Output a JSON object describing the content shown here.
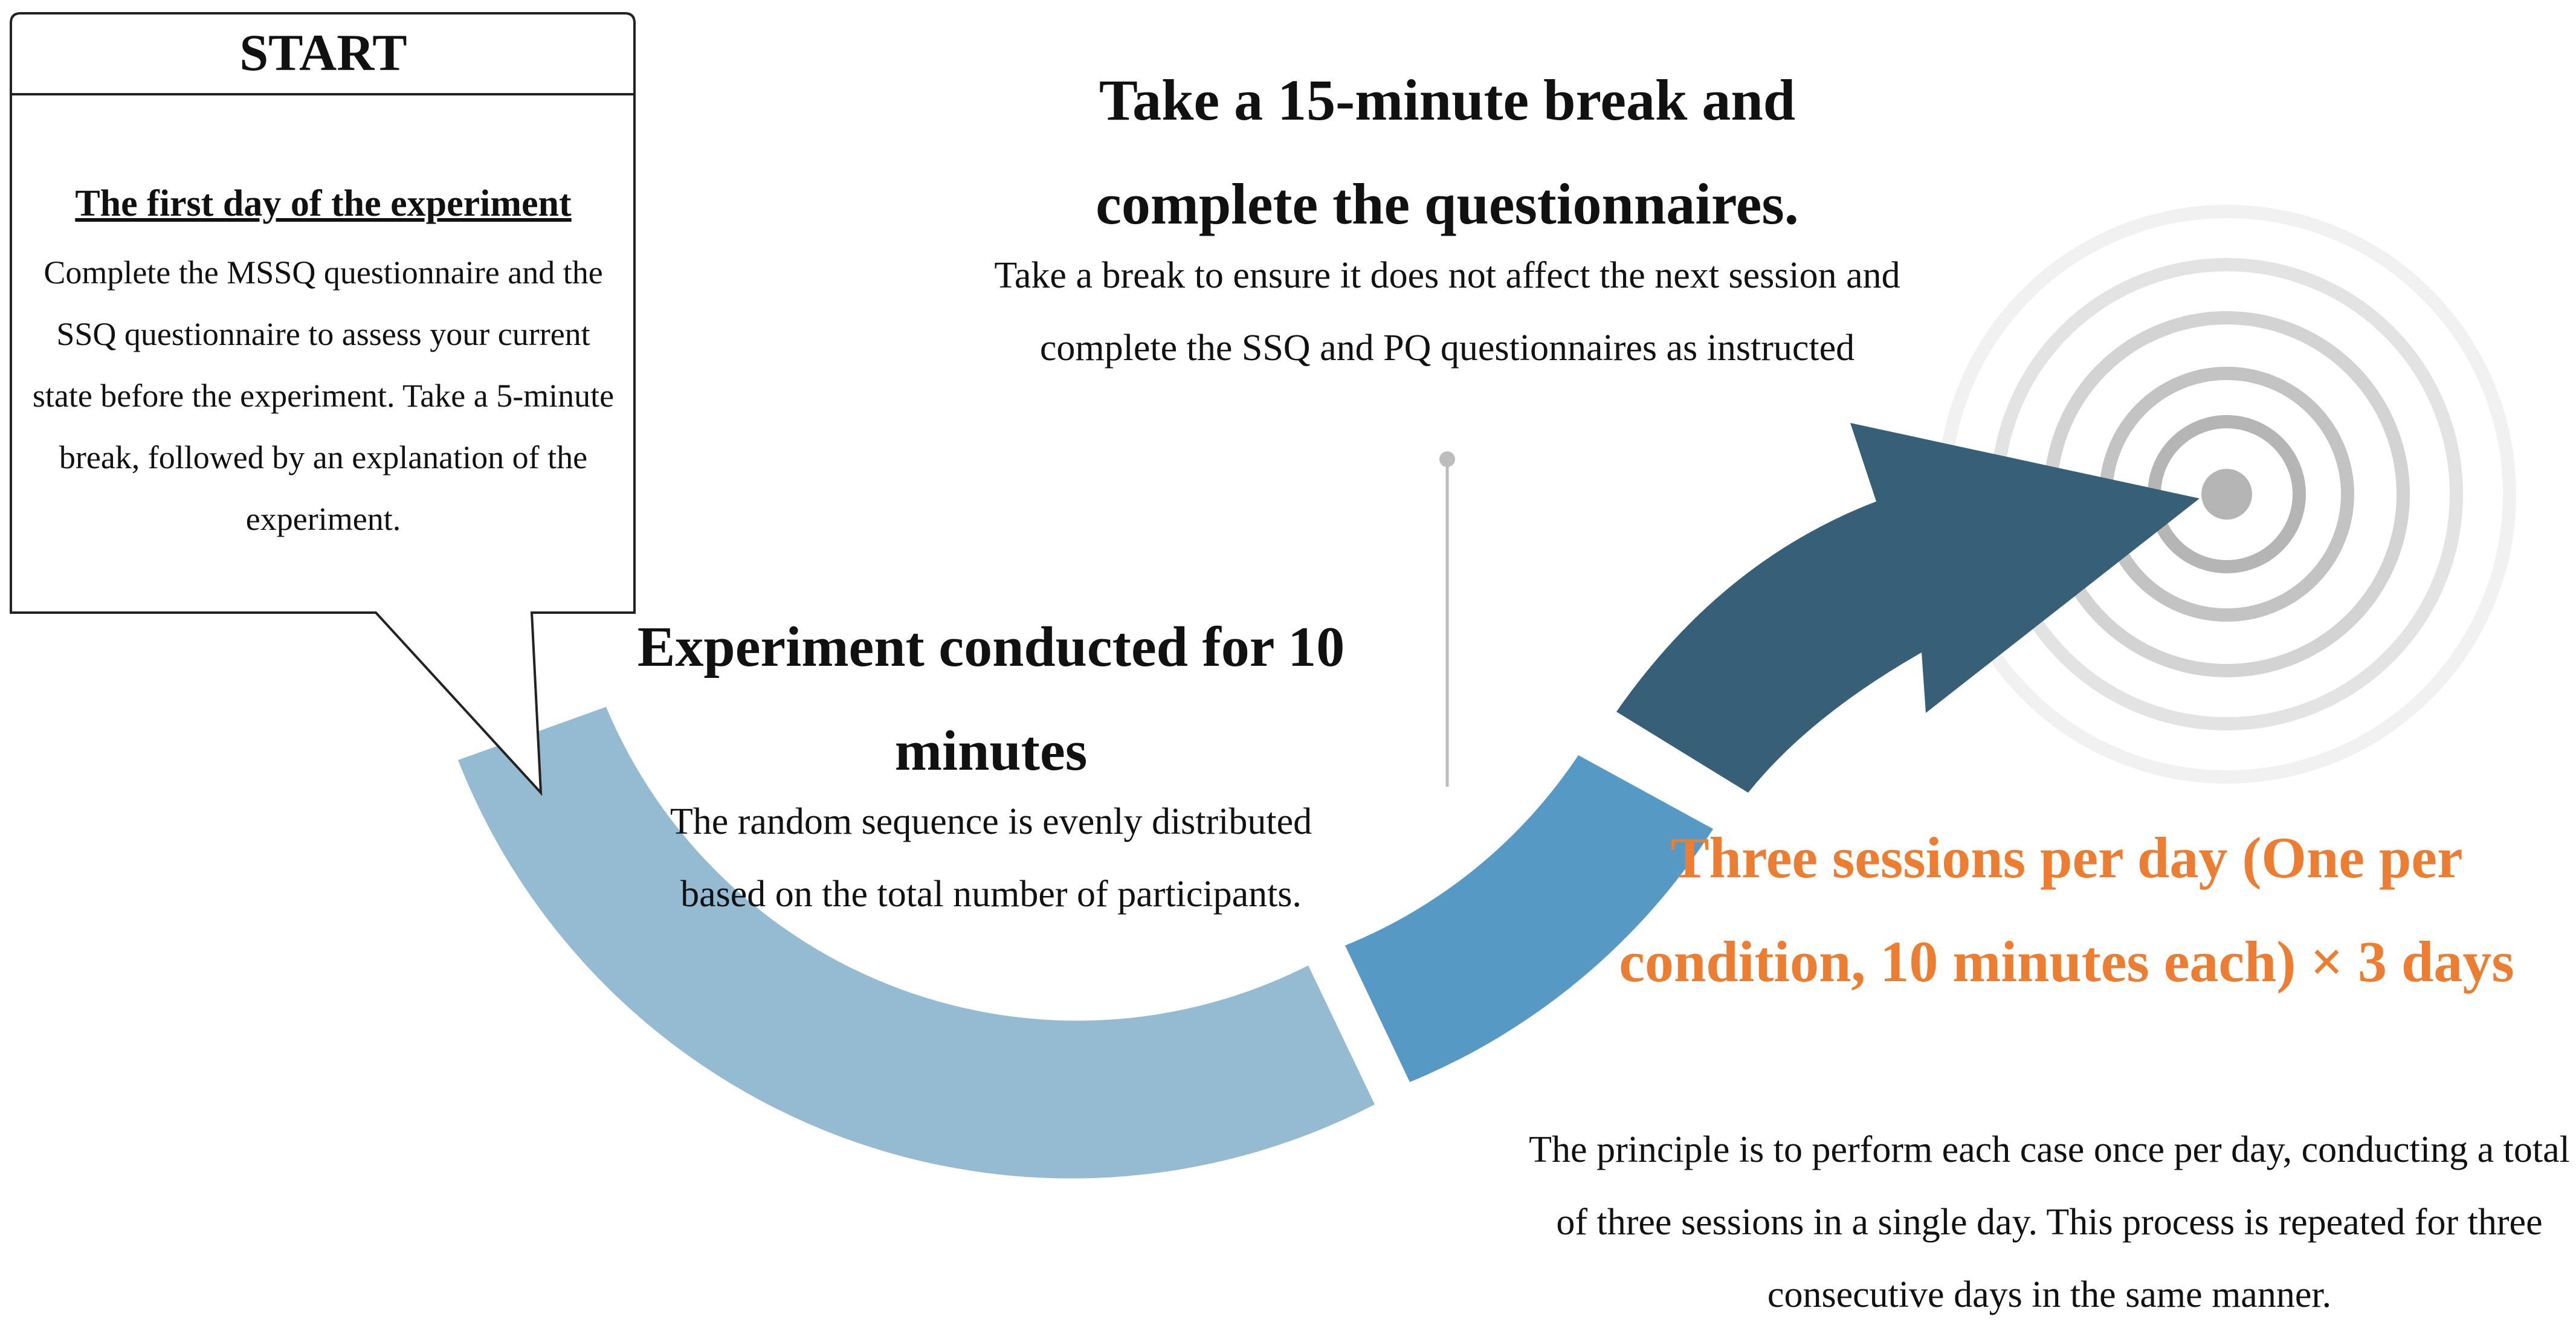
{
  "start_callout": {
    "title": "START",
    "heading": "The first day of the experiment",
    "body": "Complete the MSSQ questionnaire and the SSQ questionnaire to assess your current state before the experiment. Take a 5-minute break, followed by an explanation of the experiment."
  },
  "break_step": {
    "title": "Take a 15-minute break and complete the questionnaires.",
    "body": "Take a break to ensure it does not affect the next session and complete the SSQ and PQ questionnaires as instructed"
  },
  "experiment_step": {
    "title": "Experiment conducted for 10 minutes",
    "body": "The random sequence is evenly distributed based on the total number of participants."
  },
  "sessions_step": {
    "title": "Three sessions per day (One per condition, 10 minutes each) × 3 days",
    "body": "The principle is to perform each case once per day, conducting a total of three sessions in a single day. This process is repeated for three consecutive days in the same manner."
  },
  "colors": {
    "segment_light": "#94BBD2",
    "segment_mid": "#5699C4",
    "arrow_dark": "#375F78",
    "highlight_orange": "#ED7D31",
    "target_rings": [
      "#F1F1F1",
      "#E3E3E3",
      "#D3D3D3",
      "#C3C3C3",
      "#B5B5B5"
    ]
  },
  "icons": {
    "target": "target-icon",
    "arrow": "curved-arrow-icon"
  }
}
